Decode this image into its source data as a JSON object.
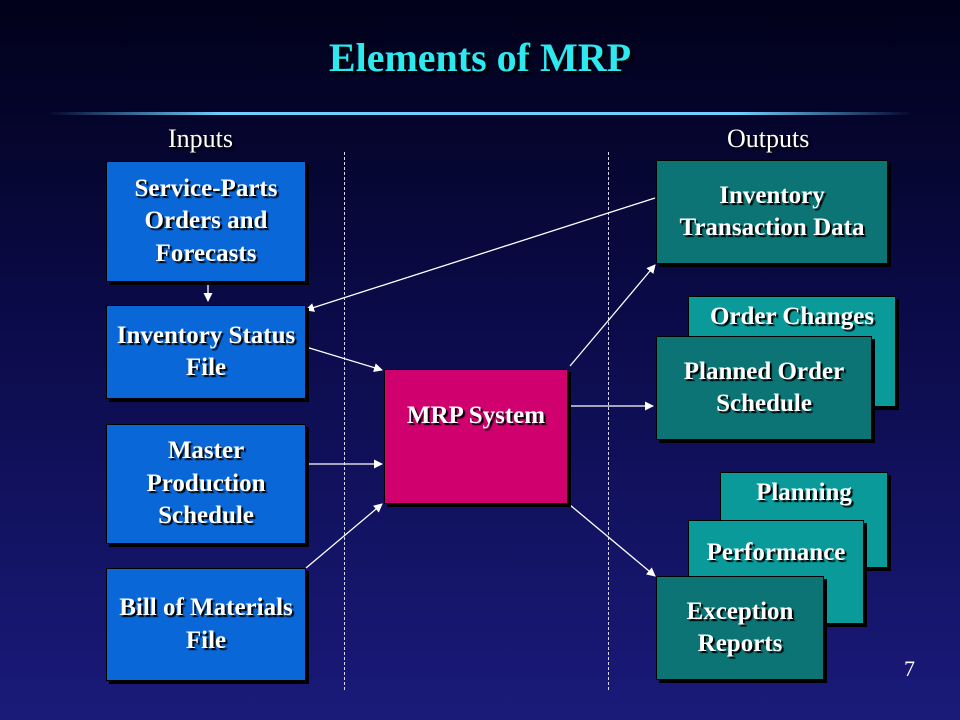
{
  "title": "Elements of MRP",
  "columns": {
    "inputs": "Inputs",
    "outputs": "Outputs"
  },
  "inputs": {
    "service_parts": "Service-Parts Orders and Forecasts",
    "inventory_status": "Inventory Status File",
    "master_schedule": "Master Production Schedule",
    "bill_of_materials": "Bill of Materials File"
  },
  "system": {
    "label": "MRP System"
  },
  "outputs": {
    "inventory_transaction": "Inventory Transaction Data",
    "order_changes": "Order Changes",
    "planned_order": "Planned Order Schedule",
    "planning": "Planning",
    "performance": "Performance",
    "exception": "Exception Reports"
  },
  "page_number": "7",
  "colors": {
    "title": "#2ee8f0",
    "input_box": "#0a67d8",
    "system_box": "#d0006e",
    "output_dark": "#0c7474",
    "output_light": "#0b9a9a"
  }
}
